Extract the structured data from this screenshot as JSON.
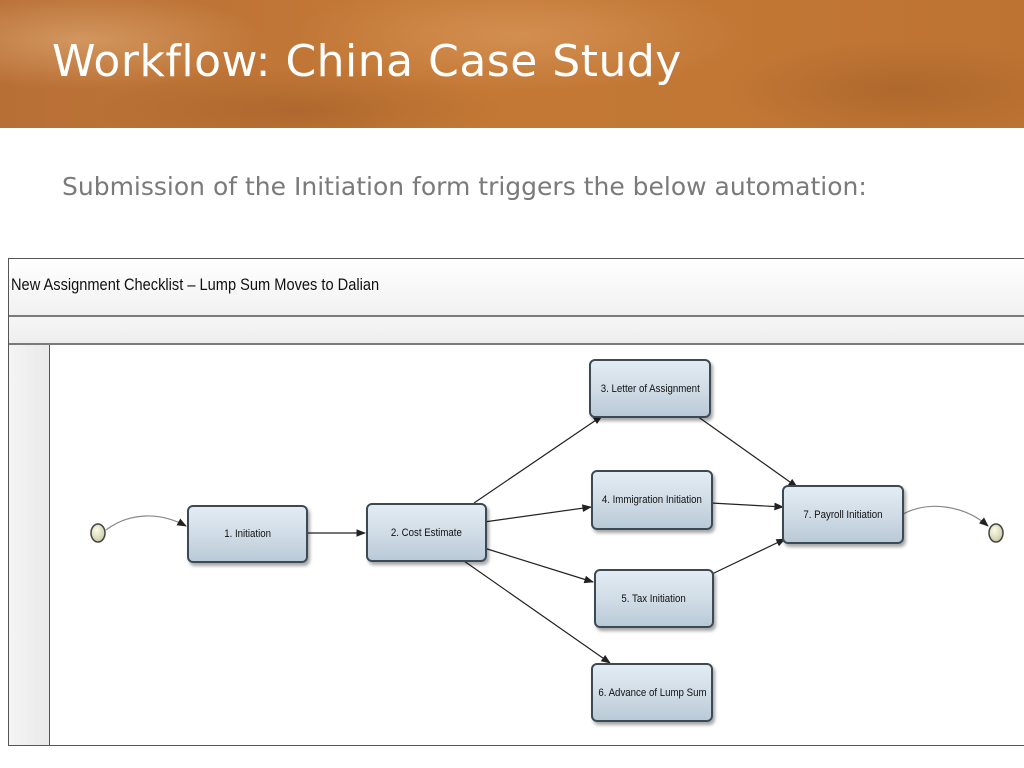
{
  "slide": {
    "title": "Workflow:  China Case Study",
    "subtitle": "Submission of the Initiation form triggers the below automation:"
  },
  "diagram": {
    "title": "New Assignment Checklist – Lump Sum Moves to Dalian",
    "nodes": [
      {
        "id": "n1",
        "label": "1.  Initiation"
      },
      {
        "id": "n2",
        "label": "2.  Cost Estimate"
      },
      {
        "id": "n3",
        "label": "3.  Letter of Assignment"
      },
      {
        "id": "n4",
        "label": "4.  Immigration Initiation"
      },
      {
        "id": "n5",
        "label": "5.  Tax Initiation"
      },
      {
        "id": "n6",
        "label": "6.  Advance of Lump Sum"
      },
      {
        "id": "n7",
        "label": "7.  Payroll Initiation"
      }
    ],
    "edges": [
      [
        "start",
        "n1"
      ],
      [
        "n1",
        "n2"
      ],
      [
        "n2",
        "n3"
      ],
      [
        "n2",
        "n4"
      ],
      [
        "n2",
        "n5"
      ],
      [
        "n2",
        "n6"
      ],
      [
        "n3",
        "n7"
      ],
      [
        "n4",
        "n7"
      ],
      [
        "n5",
        "n7"
      ],
      [
        "n7",
        "end"
      ]
    ]
  }
}
